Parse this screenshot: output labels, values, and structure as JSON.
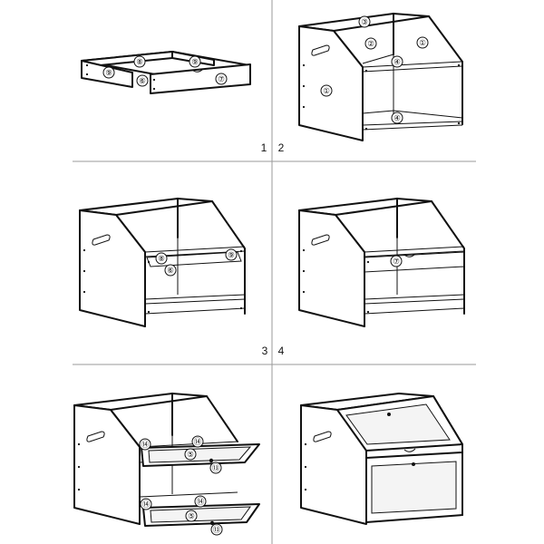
{
  "steps": [
    {
      "number": "1"
    },
    {
      "number": "2"
    },
    {
      "number": "3"
    },
    {
      "number": "4"
    }
  ],
  "panel1": {
    "labels": [
      "⑧",
      "⑨",
      "⑨",
      "⑥",
      "⑦"
    ]
  },
  "panel2": {
    "labels": [
      "③",
      "②",
      "①",
      "④",
      "①",
      "④"
    ]
  },
  "panel3": {
    "labels": [
      "⑨",
      "⑧",
      "⑥"
    ]
  },
  "panel4": {
    "labels": [
      "⑦"
    ]
  },
  "panel5": {
    "labels": [
      "⑭",
      "⑭",
      "⑤",
      "⑬",
      "⑭",
      "⑭",
      "⑤",
      "⑬"
    ]
  }
}
